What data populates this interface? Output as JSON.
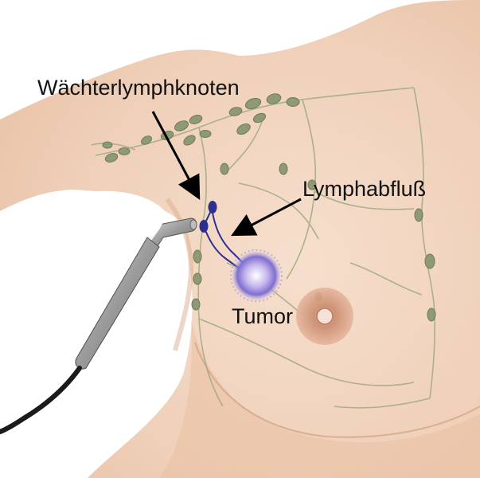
{
  "labels": {
    "sentinel_node": "Wächterlymphknoten",
    "lymph_flow": "Lymphabfluß",
    "tumor": "Tumor"
  },
  "colors": {
    "background": "#ffffff",
    "skin": "#f2d5c0",
    "skin_shadow": "#d9ab8d",
    "lymph_node": "#8e9a74",
    "lymph_vessel": "#a4ac86",
    "sentinel_node": "#2c2f8f",
    "tumor": "#7f6fcf",
    "areola": "#e2a98c",
    "probe": "#9a9a9a",
    "cable": "#1b1b1b",
    "arrow": "#000000"
  }
}
